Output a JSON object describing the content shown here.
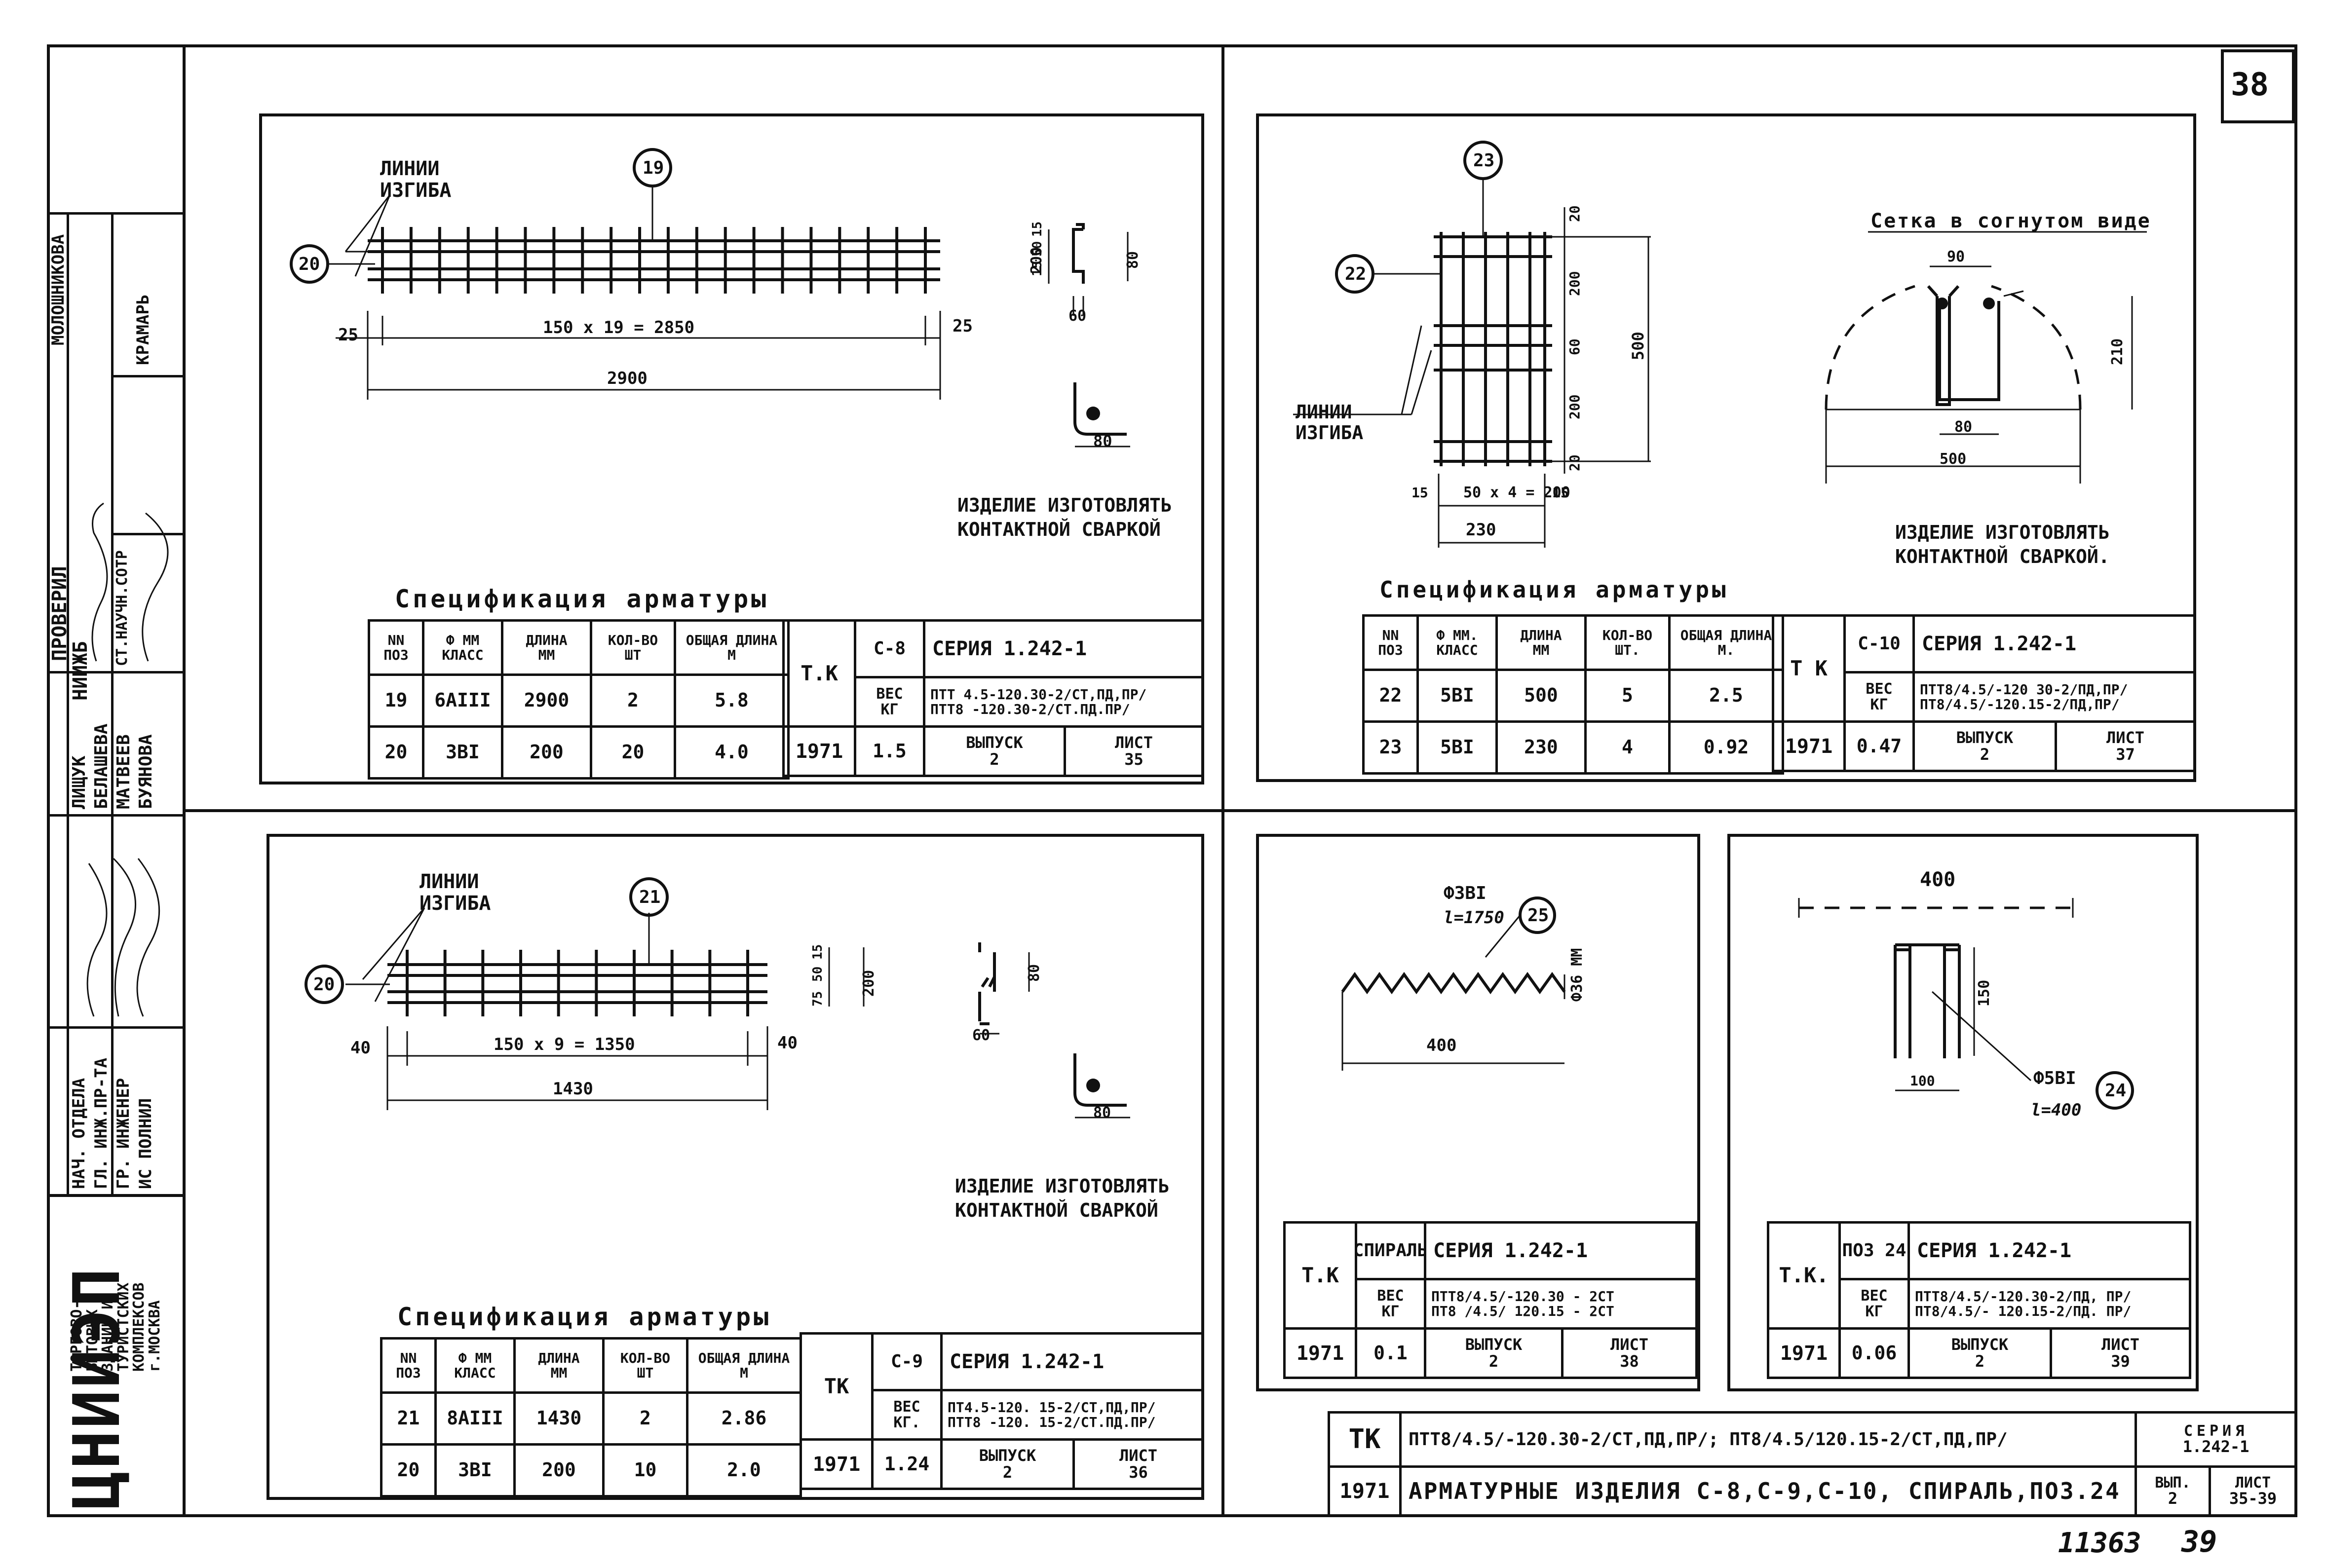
{
  "sheet_number": "38",
  "bottom_marks": {
    "left": "11363",
    "right": "39"
  },
  "stamp": {
    "org_logo": "ЦНИИЭП",
    "org_text": "ТОРГОВО-\nБЫТОВЫХ\nЗДАНИЙ И\nТУРИСТСКИХ\nКОМПЛЕКСОВ\nг.МОСКВА",
    "verify_label": "ПРОВЕРИЛ",
    "institute": "НИИЖБ",
    "rows": [
      {
        "role": "МОЛОШНИКОВА",
        "name": ""
      },
      {
        "role": "СТ.НАУЧН.СОТР",
        "name": "КРАМАРЬ"
      },
      {
        "role": "",
        "name": "ЛИЩУК"
      },
      {
        "role": "",
        "name": "БЕЛАШЕВА"
      },
      {
        "role": "",
        "name": "МАТВЕЕВ"
      },
      {
        "role": "",
        "name": "БУЯНОВА"
      },
      {
        "role": "НАЧ. ОТДЕЛА",
        "name": ""
      },
      {
        "role": "ГЛ. ИНЖ.ПР-ТА",
        "name": ""
      },
      {
        "role": "ГР. ИНЖЕНЕР",
        "name": ""
      },
      {
        "role": "ИС ПОЛНИЛ",
        "name": ""
      }
    ]
  },
  "common": {
    "spec_title": "Спецификация арматуры",
    "spec_headers": [
      "NN\nПОЗ",
      "Ф ММ\nКЛАСС",
      "ДЛИНА\nММ",
      "КОЛ-ВО\nШТ",
      "ОБЩАЯ ДЛИНА\nМ"
    ],
    "bend_label": "ЛИНИИ\nИЗГИБА",
    "weld_note": "ИЗДЕЛИЕ ИЗГОТОВЛЯТЬ\nКОНТАКТНОЙ СВАРКОЙ"
  },
  "panel_c8": {
    "callouts": [
      "19",
      "20"
    ],
    "dims": {
      "pitch": "150 x 19 = 2850",
      "total": "2900",
      "end_left": "25",
      "end_right": "25",
      "sec_h": "200",
      "sec_15a": "15",
      "sec_50": "50",
      "sec_15b": "15",
      "sec_60": "60",
      "sec_w": "80",
      "hook": "80"
    },
    "spec_rows": [
      [
        "19",
        "6AIII",
        "2900",
        "2",
        "5.8"
      ],
      [
        "20",
        "3BI",
        "200",
        "20",
        "4.0"
      ]
    ],
    "title_block": {
      "tk": "Т.К",
      "year": "1971",
      "mark": "С-8",
      "weight_label": "ВЕС\nКГ",
      "weight": "1.5",
      "series": "СЕРИЯ 1.242-1",
      "desc": "ПТТ 4.5-120.30-2/СТ,ПД,ПР/\nПТТ8 -120.30-2/СТ.ПД.ПР/",
      "issue_label": "ВЫПУСК",
      "issue": "2",
      "sheet_label": "ЛИСТ",
      "sheet": "35"
    }
  },
  "panel_c9": {
    "callouts": [
      "21",
      "20"
    ],
    "dims": {
      "pitch": "150 x 9 = 1350",
      "total": "1430",
      "end_left": "40",
      "end_right": "40",
      "sec_h": "200",
      "sec_15": "15",
      "sec_50": "50",
      "sec_75": "75",
      "sec_80": "80",
      "sec_60": "60",
      "hook": "80"
    },
    "spec_rows": [
      [
        "21",
        "8AIII",
        "1430",
        "2",
        "2.86"
      ],
      [
        "20",
        "3BI",
        "200",
        "10",
        "2.0"
      ]
    ],
    "title_block": {
      "tk": "ТК",
      "year": "1971",
      "mark": "С-9",
      "weight_label": "ВЕС\nКГ.",
      "weight": "1.24",
      "series": "СЕРИЯ 1.242-1",
      "desc": "ПТ4.5-120. 15-2/СТ,ПД,ПР/\nПТТ8 -120. 15-2/СТ.ПД.ПР/",
      "issue_label": "ВЫПУСК",
      "issue": "2",
      "sheet_label": "ЛИСТ",
      "sheet": "36"
    }
  },
  "panel_c10": {
    "callouts": [
      "23",
      "22"
    ],
    "folded_title": "Сетка в согнутом виде",
    "folded_note": "ИЗДЕЛИЕ ИЗГОТОВЛЯТЬ\nКОНТАКТНОЙ СВАРКОЙ.",
    "dims": {
      "h_total": "500",
      "h_20a": "20",
      "h_200a": "200",
      "h_60": "60",
      "h_200b": "200",
      "h_20b": "20",
      "pitch": "50 x 4 = 200",
      "end_l": "15",
      "end_r": "15",
      "width": "230",
      "f_top": "90",
      "f_h": "210",
      "f_mid": "80",
      "f_span": "500"
    },
    "spec_rows": [
      [
        "22",
        "5BI",
        "500",
        "5",
        "2.5"
      ],
      [
        "23",
        "5BI",
        "230",
        "4",
        "0.92"
      ]
    ],
    "spec_headers_alt": [
      "NN\nПОЗ",
      "Ф ММ.\nКЛАСС",
      "ДЛИНА\nММ",
      "КОЛ-ВО\nШТ.",
      "ОБЩАЯ ДЛИНА\nМ."
    ],
    "title_block": {
      "tk": "Т К",
      "year": "1971",
      "mark": "С-10",
      "weight_label": "ВЕС\nКГ",
      "weight": "0.47",
      "series": "СЕРИЯ 1.242-1",
      "desc": "ПТТ8/4.5/-120 30-2/ПД,ПР/\nПТ8/4.5/-120.15-2/ПД,ПР/",
      "issue_label": "ВЫПУСК",
      "issue": "2",
      "sheet_label": "ЛИСТ",
      "sheet": "37"
    }
  },
  "panel_spiral": {
    "bar": "Ф3BI",
    "length": "l=1750",
    "callout": "25",
    "dia": "Ф36 ММ",
    "span": "400",
    "title_block": {
      "tk": "Т.К",
      "year": "1971",
      "mark": "СПИРАЛЬ",
      "weight_label": "ВЕС\nКГ",
      "weight": "0.1",
      "series": "СЕРИЯ 1.242-1",
      "desc": "ПТТ8/4.5/-120.30 - 2СТ\nПТ8 /4.5/ 120.15 - 2СТ",
      "issue_label": "ВЫПУСК",
      "issue": "2",
      "sheet_label": "ЛИСТ",
      "sheet": "38"
    }
  },
  "panel_pos24": {
    "bar": "Ф5BI",
    "length": "l=400",
    "callout": "24",
    "dims": {
      "top": "400",
      "h": "150",
      "w": "100"
    },
    "title_block": {
      "tk": "Т.К.",
      "year": "1971",
      "mark": "ПОЗ 24",
      "weight_label": "ВЕС\nКГ",
      "weight": "0.06",
      "series": "СЕРИЯ 1.242-1",
      "desc": "ПТТ8/4.5/-120.30-2/ПД, ПР/\nПТ8/4.5/- 120.15-2/ПД. ПР/",
      "issue_label": "ВЫПУСК",
      "issue": "2",
      "sheet_label": "ЛИСТ",
      "sheet": "39"
    }
  },
  "main_title": {
    "tk": "ТК",
    "year": "1971",
    "desc": "ПТТ8/4.5/-120.30-2/СТ,ПД,ПР/;  ПТ8/4.5/120.15-2/СТ,ПД,ПР/",
    "name": "АРМАТУРНЫЕ ИЗДЕЛИЯ С-8,С-9,С-10, СПИРАЛЬ,ПОЗ.24",
    "series_label": "СЕРИЯ",
    "series": "1.242-1",
    "issue_label": "ВЫП.",
    "issue": "2",
    "sheet_label": "ЛИСТ",
    "sheets": "35-39"
  }
}
